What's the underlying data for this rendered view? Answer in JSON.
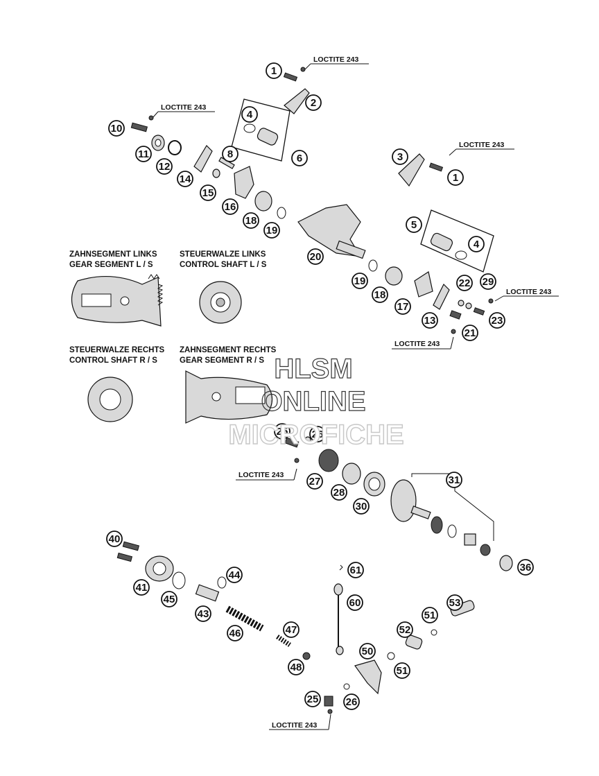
{
  "loctite_labels": [
    "LOCTITE 243",
    "LOCTITE 243",
    "LOCTITE 243",
    "LOCTITE 243",
    "LOCTITE 243",
    "LOCTITE 243"
  ],
  "captions": {
    "gear_left_de": "ZAHNSEGMENT LINKS",
    "gear_left_en": "GEAR SEGMENT L / S",
    "ctrl_left_de": "STEUERWALZE LINKS",
    "ctrl_left_en": "CONTROL SHAFT L / S",
    "ctrl_right_de": "STEUERWALZE RECHTS",
    "ctrl_right_en": "CONTROL SHAFT R / S",
    "gear_right_de": "ZAHNSEGMENT RECHTS",
    "gear_right_en": "GEAR SEGMENT R / S"
  },
  "watermark": {
    "line1": "HLSM",
    "line2": "ONLINE",
    "line3": "MICROFICHE"
  },
  "callouts": [
    "1",
    "2",
    "4",
    "6",
    "10",
    "11",
    "12",
    "14",
    "8",
    "15",
    "16",
    "18",
    "19",
    "3",
    "1",
    "5",
    "4",
    "20",
    "19",
    "18",
    "17",
    "13",
    "22",
    "29",
    "23",
    "21",
    "25",
    "26",
    "27",
    "28",
    "30",
    "31",
    "36",
    "40",
    "41",
    "45",
    "44",
    "43",
    "46",
    "47",
    "48",
    "61",
    "60",
    "50",
    "53",
    "51",
    "52",
    "51",
    "25",
    "26"
  ]
}
